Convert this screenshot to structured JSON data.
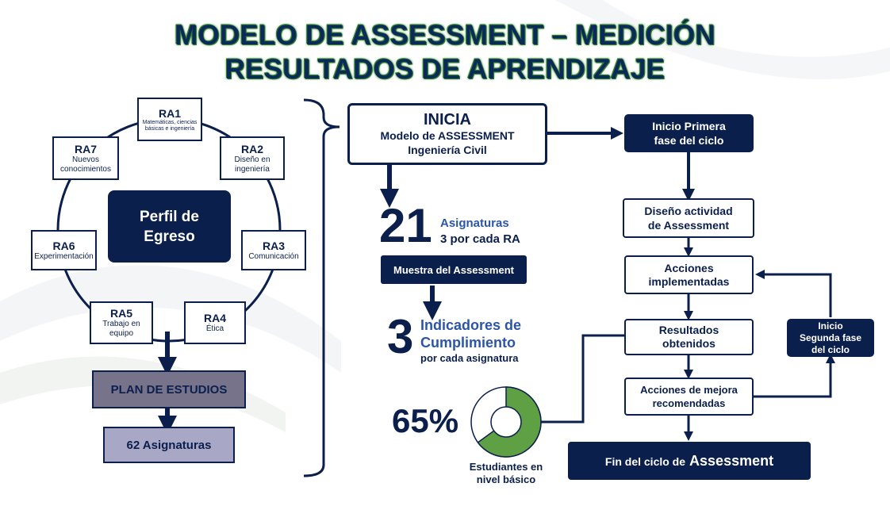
{
  "title": {
    "line1": "MODELO DE ASSESSMENT – MEDICIÓN",
    "line2": "RESULTADOS DE APRENDIZAJE"
  },
  "perfil": {
    "label_line1": "Perfil de",
    "label_line2": "Egreso"
  },
  "ra_items": [
    {
      "code": "RA1",
      "desc": "Matemáticas, ciencias básicas e ingeniería"
    },
    {
      "code": "RA2",
      "desc": "Diseño en ingeniería"
    },
    {
      "code": "RA3",
      "desc": "Comunicación"
    },
    {
      "code": "RA4",
      "desc": "Ética"
    },
    {
      "code": "RA5",
      "desc": "Trabajo en equipo"
    },
    {
      "code": "RA6",
      "desc": "Experimentación"
    },
    {
      "code": "RA7",
      "desc": "Nuevos conocimientos"
    }
  ],
  "plan": {
    "label": "PLAN DE ESTUDIOS",
    "count_label": "62 Asignaturas"
  },
  "inicia": {
    "title": "INICIA",
    "line1": "Modelo de ASSESSMENT",
    "line2": "Ingeniería Civil"
  },
  "asignaturas": {
    "number": "21",
    "label_line1": "Asignaturas",
    "label_line2": "3 por cada RA"
  },
  "muestra": {
    "label": "Muestra del Assessment"
  },
  "indicadores": {
    "number": "3",
    "label_line1": "Indicadores de",
    "label_line2": "Cumplimiento",
    "label_line3": "por cada asignatura"
  },
  "estudiantes": {
    "percent_label": "65%",
    "percent_value": 65,
    "caption_line1": "Estudiantes en",
    "caption_line2": "nivel básico",
    "colors": {
      "filled": "#5fa044",
      "empty": "#ffffff",
      "outline": "#0b1f4d"
    }
  },
  "cycle": {
    "primera_line1": "Inicio Primera",
    "primera_line2": "fase del ciclo",
    "diseno_line1": "Diseño actividad",
    "diseno_line2": "de Assessment",
    "acciones_line1": "Acciones",
    "acciones_line2": "implementadas",
    "resultados_line1": "Resultados",
    "resultados_line2": "obtenidos",
    "mejora_line1": "Acciones de mejora",
    "mejora_line2": "recomendadas",
    "segunda_line1": "Inicio",
    "segunda_line2": "Segunda fase",
    "segunda_line3": "del ciclo",
    "fin_prefix": "Fin del ciclo de",
    "fin_word": "Assessment"
  },
  "colors": {
    "navy": "#0b1f4d",
    "plan_fill": "#77738b",
    "asignaturas_fill": "#a9a7c6"
  }
}
